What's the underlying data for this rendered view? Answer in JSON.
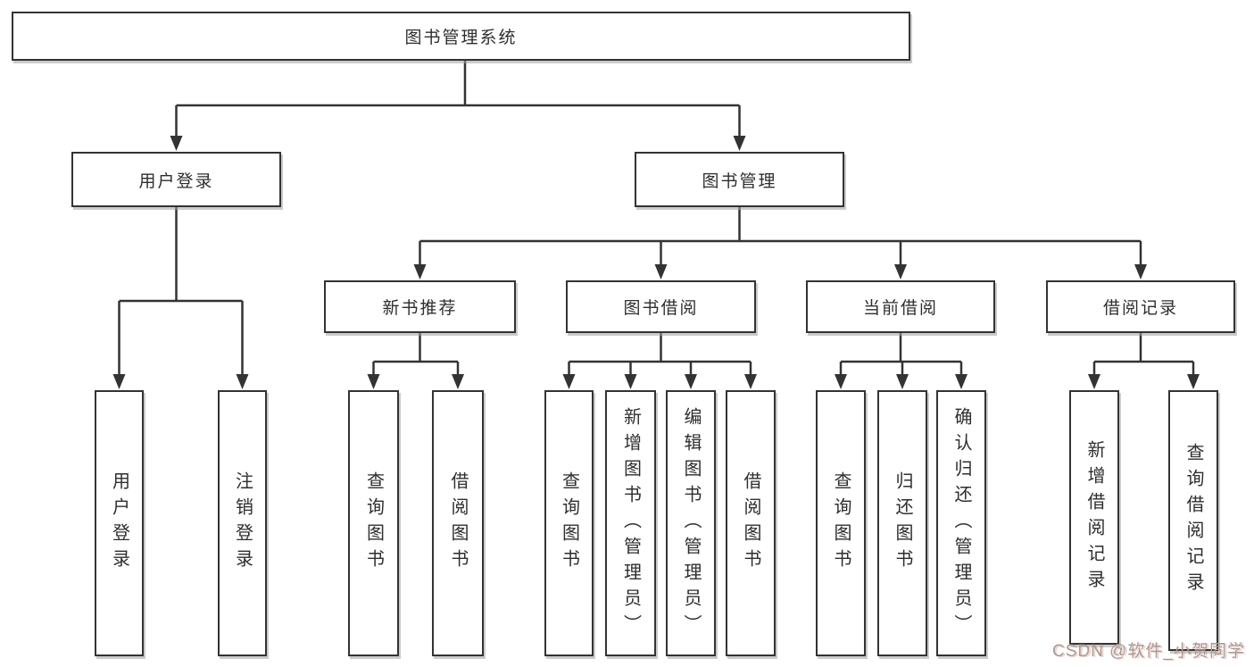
{
  "root": {
    "label": "图书管理系统"
  },
  "level2": [
    {
      "label": "用户登录",
      "parent": "图书管理系统"
    },
    {
      "label": "图书管理",
      "parent": "图书管理系统"
    }
  ],
  "level3": [
    {
      "label": "新书推荐",
      "parent": "图书管理"
    },
    {
      "label": "图书借阅",
      "parent": "图书管理"
    },
    {
      "label": "当前借阅",
      "parent": "图书管理"
    },
    {
      "label": "借阅记录",
      "parent": "图书管理"
    }
  ],
  "leaves": [
    {
      "label": "用户登录",
      "parent": "用户登录"
    },
    {
      "label": "注销登录",
      "parent": "用户登录"
    },
    {
      "label": "查询图书",
      "parent": "新书推荐"
    },
    {
      "label": "借阅图书",
      "parent": "新书推荐"
    },
    {
      "label": "查询图书",
      "parent": "图书借阅"
    },
    {
      "label": "新增图书（管理员）",
      "parent": "图书借阅"
    },
    {
      "label": "编辑图书（管理员）",
      "parent": "图书借阅"
    },
    {
      "label": "借阅图书",
      "parent": "图书借阅"
    },
    {
      "label": "查询图书",
      "parent": "当前借阅"
    },
    {
      "label": "归还图书",
      "parent": "当前借阅"
    },
    {
      "label": "确认归还（管理员）",
      "parent": "当前借阅"
    },
    {
      "label": "新增借阅记录",
      "parent": "借阅记录"
    },
    {
      "label": "查询借阅记录",
      "parent": "借阅记录"
    }
  ],
  "watermark": {
    "text": "CSDN @软件_小贺同学"
  },
  "colors": {
    "line": "#333333",
    "box_border": "#333333",
    "text": "#2e2e2e",
    "background": "#ffffff",
    "watermark_text": "#9e9e9e",
    "watermark_accent": "#fc5531"
  }
}
